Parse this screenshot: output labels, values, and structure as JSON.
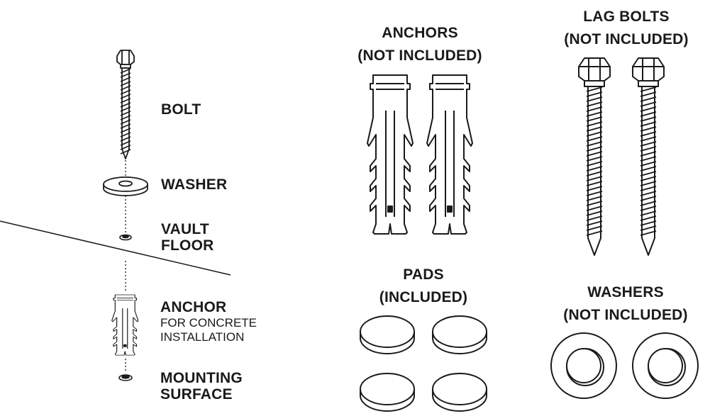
{
  "assembly": {
    "bolt": "BOLT",
    "washer": "WASHER",
    "vault_floor": [
      "VAULT",
      "FLOOR"
    ],
    "anchor": "ANCHOR",
    "anchor_note": [
      "FOR CONCRETE",
      "INSTALLATION"
    ],
    "mounting_surface": [
      "MOUNTING",
      "SURFACE"
    ]
  },
  "parts": {
    "anchors": {
      "title": "ANCHORS",
      "note": "(NOT INCLUDED)",
      "count": 2
    },
    "lag_bolts": {
      "title": "LAG BOLTS",
      "note": "(NOT INCLUDED)",
      "count": 2
    },
    "pads": {
      "title": "PADS",
      "note": "(INCLUDED)",
      "count": 4
    },
    "washers": {
      "title": "WASHERS",
      "note": "(NOT INCLUDED)",
      "count": 2
    }
  },
  "colors": {
    "ink": "#1a1a1a",
    "paper": "#ffffff"
  }
}
